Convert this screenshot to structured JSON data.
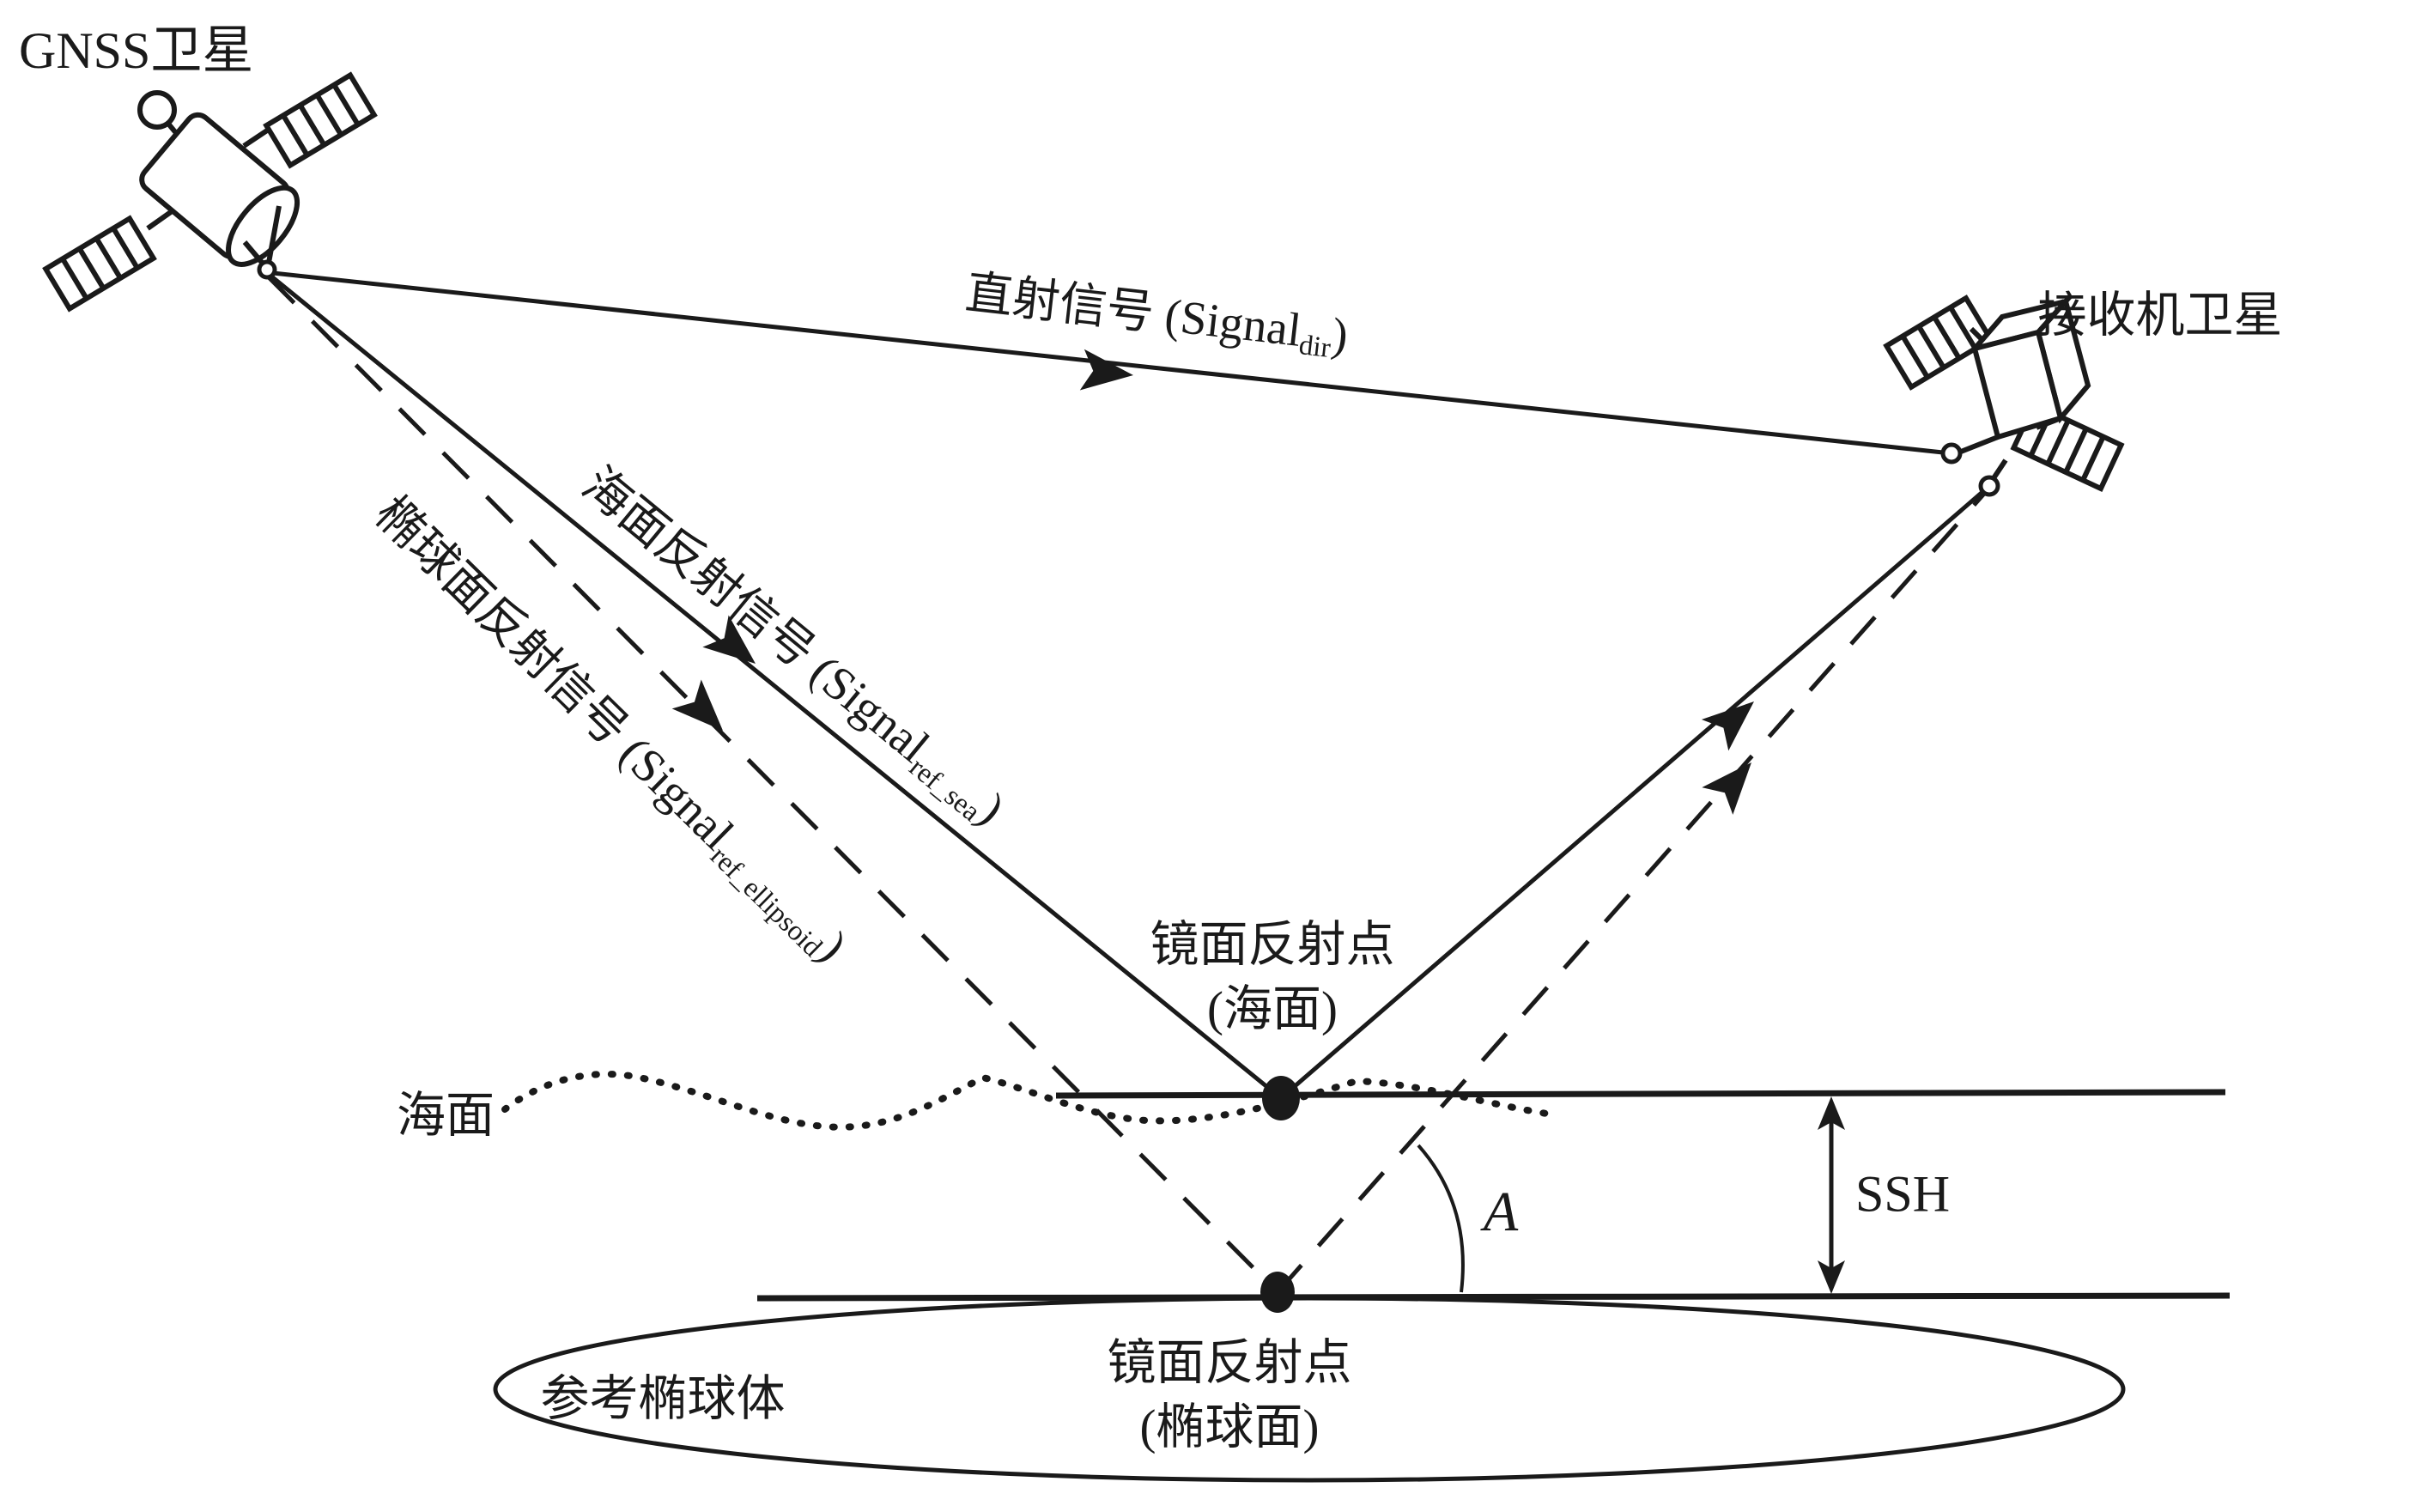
{
  "figure": {
    "background": "#ffffff",
    "ink": "#1a1a1a"
  },
  "satellites": {
    "gnss_label": "GNSS卫星",
    "receiver_label": "接收机卫星"
  },
  "signals": {
    "direct": {
      "prefix": "直射信号 (Signal",
      "sub": "dir",
      "suffix": ")"
    },
    "sea_reflected": {
      "prefix": "海面反射信号 (Signal",
      "sub": "ref_sea",
      "suffix": ")"
    },
    "ellipsoid_reflected": {
      "prefix": "椭球面反射信号 (Signal",
      "sub": "ref_ellipsoid",
      "suffix": ")"
    }
  },
  "surfaces": {
    "sea_surface_label": "海面",
    "reference_ellipsoid_label": "参考椭球体"
  },
  "points": {
    "sea_specular": {
      "line1": "镜面反射点",
      "line2": "(海面)"
    },
    "ellipsoid_specular": {
      "line1": "镜面反射点",
      "line2": "(椭球面)"
    }
  },
  "annotations": {
    "ssh_label": "SSH",
    "elevation_angle_label": "A"
  }
}
